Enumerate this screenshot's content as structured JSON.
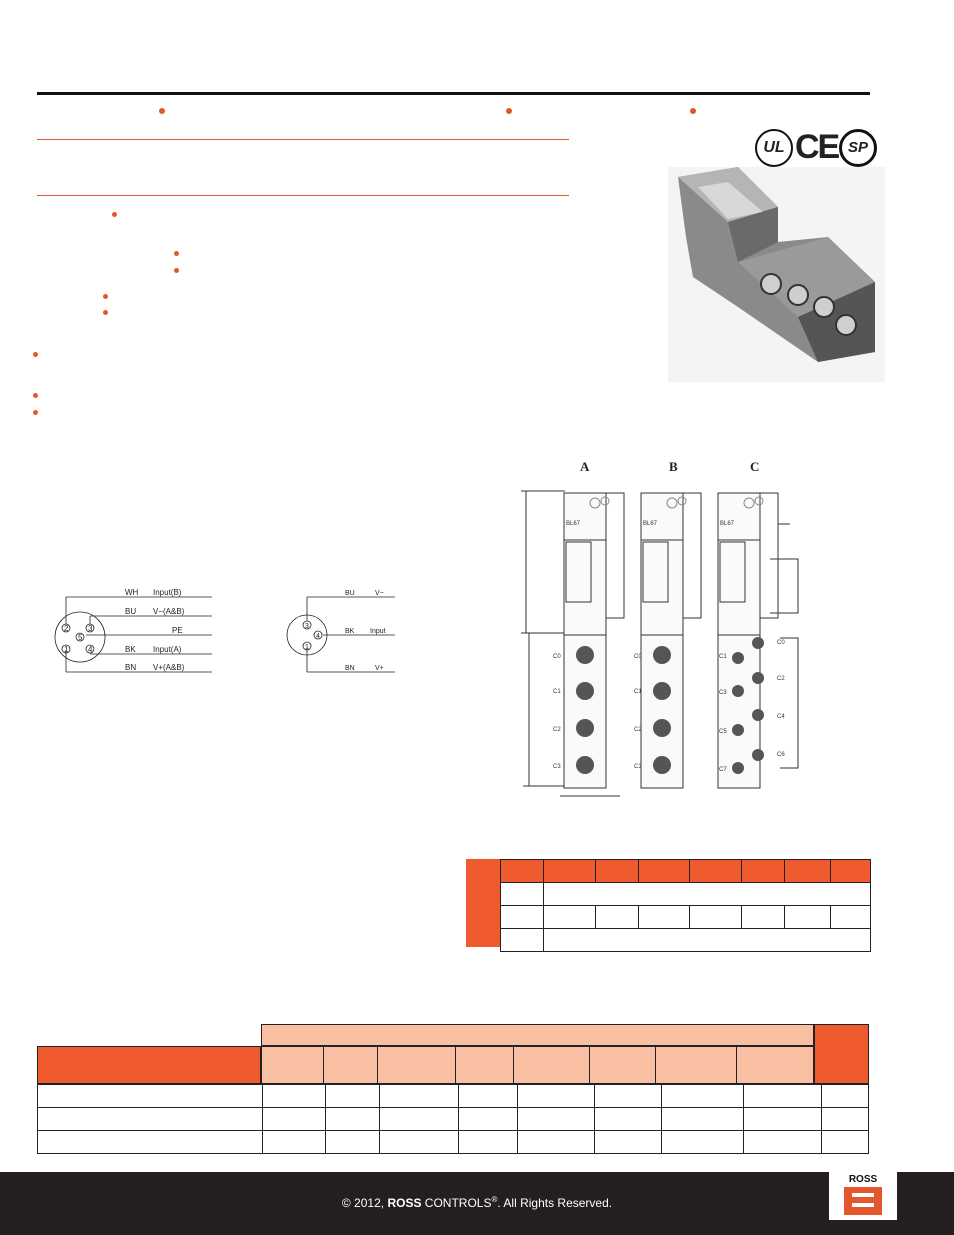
{
  "certifications": {
    "ul": "UL",
    "ce": "CE",
    "csa": "SP"
  },
  "figure_labels": {
    "a": "A",
    "b": "B",
    "c": "C"
  },
  "module_label": "BL67",
  "module_ports": {
    "a": [
      "C0",
      "C1",
      "C2",
      "C3"
    ],
    "b": [
      "C0",
      "C1",
      "C2",
      "C3"
    ],
    "c_left": [
      "C1",
      "C3",
      "C5",
      "C7"
    ],
    "c_right": [
      "C0",
      "C2",
      "C4",
      "C6"
    ]
  },
  "pinout_5pin": {
    "rows": [
      {
        "wire": "WH",
        "signal": "Input(B)"
      },
      {
        "wire": "BU",
        "signal": "V−(A&B)"
      },
      {
        "wire": "",
        "signal": "PE"
      },
      {
        "wire": "BK",
        "signal": "Input(A)"
      },
      {
        "wire": "BN",
        "signal": "V+(A&B)"
      }
    ],
    "pins": [
      "2",
      "3",
      "5",
      "1",
      "4"
    ]
  },
  "pinout_3pin": {
    "rows": [
      {
        "wire": "BU",
        "signal": "V−"
      },
      {
        "wire": "BK",
        "signal": "Input"
      },
      {
        "wire": "BN",
        "signal": "V+"
      }
    ],
    "pins": [
      "3",
      "4",
      "1"
    ]
  },
  "footer": {
    "copyright_prefix": "© 2012,",
    "brand_bold": "ROSS",
    "brand_rest": "CONTROLS",
    "reg": "®",
    "rights": ". All Rights Reserved.",
    "logo_text": "ROSS"
  },
  "colors": {
    "accent": "#e4572e",
    "accent_light": "#f9bfa2",
    "footer_bg": "#231f20"
  }
}
